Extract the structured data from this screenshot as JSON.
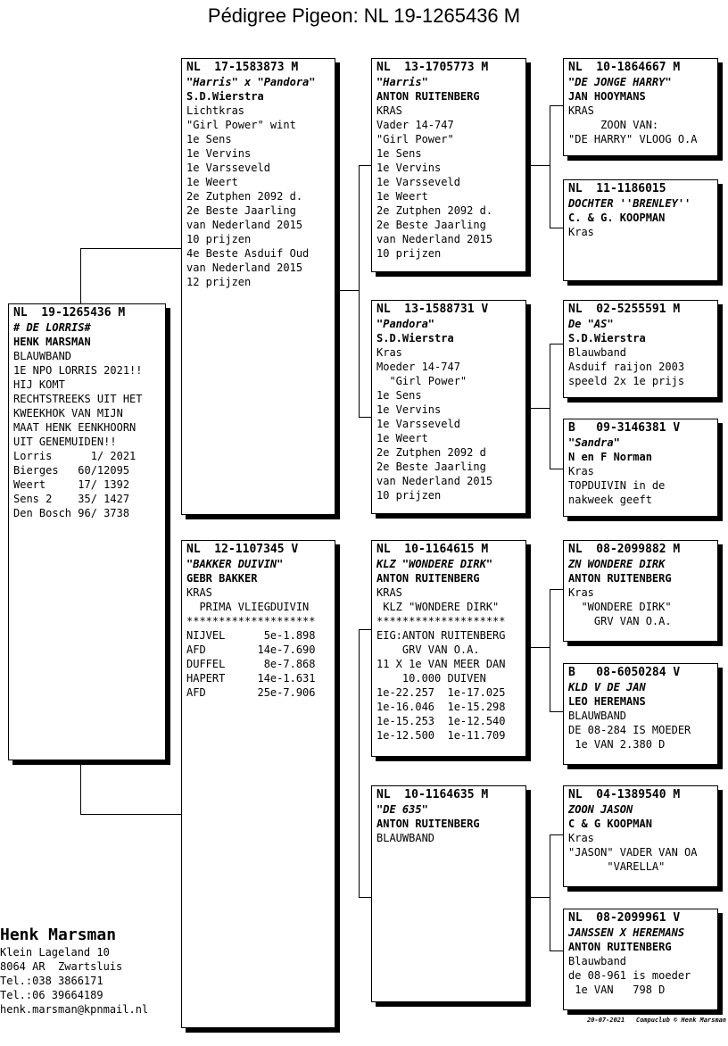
{
  "title": "Pédigree Pigeon: NL  19-1265436 M",
  "cards": {
    "subject": {
      "ring": "NL  19-1265436 M",
      "name": "# DE LORRIS#",
      "breeder": "HENK MARSMAN",
      "lines": [
        "BLAUWBAND",
        "",
        "",
        "",
        "1E NPO LORRIS 2021!!",
        "",
        "",
        "HIJ KOMT",
        "RECHTSTREEKS UIT HET",
        "KWEEKHOK VAN MIJN",
        "MAAT HENK EENKHOORN",
        "UIT GENEMUIDEN!!",
        "",
        "",
        "",
        "",
        "",
        "",
        "",
        "",
        "",
        "Lorris      1/ 2021",
        "Bierges   60/12095",
        "Weert     17/ 1392",
        "Sens 2    35/ 1427",
        "Den Bosch 96/ 3738"
      ]
    },
    "sire": {
      "ring": "NL  17-1583873 M",
      "name": "\"Harris\" x \"Pandora\"",
      "breeder": "S.D.Wierstra",
      "lines": [
        "Lichtkras",
        "\"Girl Power\" wint",
        "1e Sens",
        "1e Vervins",
        "1e Varsseveld",
        "1e Weert",
        "2e Zutphen 2092 d.",
        "2e Beste Jaarling",
        "van Nederland 2015",
        "10 prijzen",
        "4e Beste Asduif Oud",
        "van Nederland 2015",
        "12 prijzen"
      ]
    },
    "dam": {
      "ring": "NL  12-1107345 V",
      "name": "\"BAKKER DUIVIN\"",
      "breeder": "GEBR BAKKER",
      "lines": [
        "KRAS",
        "",
        "",
        "",
        "",
        "",
        "  PRIMA VLIEGDUIVIN",
        "********************",
        "NIJVEL      5e-1.898",
        "AFD        14e-7.690",
        "DUFFEL      8e-7.868",
        "HAPERT     14e-1.631",
        "AFD        25e-7.906"
      ]
    },
    "ss": {
      "ring": "NL  13-1705773 M",
      "name": "\"Harris\"",
      "breeder": "ANTON RUITENBERG",
      "lines": [
        "KRAS",
        "Vader 14-747",
        "\"Girl Power\"",
        "1e Sens",
        "1e Vervins",
        "1e Varsseveld",
        "1e Weert",
        "2e Zutphen 2092 d.",
        "2e Beste Jaarling",
        "van Nederland 2015",
        "10 prijzen"
      ]
    },
    "sd": {
      "ring": "NL  13-1588731 V",
      "name": "\"Pandora\"",
      "breeder": "S.D.Wierstra",
      "lines": [
        "Kras",
        "Moeder 14-747",
        "  \"Girl Power\"",
        "1e Sens",
        "1e Vervins",
        "1e Varsseveld",
        "1e Weert",
        "2e Zutphen 2092 d",
        "2e Beste Jaarling",
        "van Nederland 2015",
        "10 prijzen"
      ]
    },
    "ds": {
      "ring": "NL  10-1164615 M",
      "name": "KLZ \"WONDERE DIRK\"",
      "breeder": "ANTON RUITENBERG",
      "lines": [
        "KRAS",
        " KLZ \"WONDERE DIRK\"",
        "********************",
        "EIG:ANTON RUITENBERG",
        "    GRV VAN O.A.",
        "11 X 1e VAN MEER DAN",
        "    10.000 DUIVEN",
        "1e-22.257  1e-17.025",
        "1e-16.046  1e-15.298",
        "1e-15.253  1e-12.540",
        "1e-12.500  1e-11.709"
      ]
    },
    "dd": {
      "ring": "NL  10-1164635 M",
      "name": "\"DE 635\"",
      "breeder": "ANTON RUITENBERG",
      "lines": [
        "BLAUWBAND"
      ]
    },
    "sss": {
      "ring": "NL  10-1864667 M",
      "name": "\"DE JONGE HARRY\"",
      "breeder": "JAN HOOYMANS",
      "lines": [
        "KRAS",
        "     ZOON VAN:",
        "\"DE HARRY\" VLOOG O.A"
      ]
    },
    "ssd": {
      "ring": "NL  11-1186015",
      "name": "DOCHTER ''BRENLEY''",
      "breeder": "C. & G. KOOPMAN",
      "lines": [
        "Kras"
      ]
    },
    "sds": {
      "ring": "NL  02-5255591 M",
      "name": "De \"AS\"",
      "breeder": "S.D.Wierstra",
      "lines": [
        "Blauwband",
        "Asduif raijon 2003",
        "speeld 2x 1e prijs"
      ]
    },
    "sdd": {
      "ring": "B   09-3146381 V",
      "name": "\"Sandra\"",
      "breeder": "N en F Norman",
      "lines": [
        "Kras",
        "TOPDUIVIN in de",
        "nakweek geeft"
      ]
    },
    "dss": {
      "ring": "NL  08-2099882 M",
      "name": "ZN WONDERE DIRK",
      "breeder": "ANTON RUITENBERG",
      "lines": [
        "Kras",
        "  \"WONDERE DIRK\"",
        "    GRV VAN O.A."
      ]
    },
    "dsd": {
      "ring": "B   08-6050284 V",
      "name": "KLD V DE JAN",
      "breeder": "LEO HEREMANS",
      "lines": [
        "BLAUWBAND",
        "DE 08-284 IS MOEDER",
        " 1e VAN 2.380 D"
      ]
    },
    "dds": {
      "ring": "NL  04-1389540 M",
      "name": "ZOON JASON",
      "breeder": "C & G KOOPMAN",
      "lines": [
        "Kras",
        "\"JASON\" VADER VAN OA",
        "      \"VARELLA\""
      ]
    },
    "ddd": {
      "ring": "NL  08-2099961 V",
      "name": "JANSSEN X HEREMANS",
      "breeder": "ANTON RUITENBERG",
      "lines": [
        "Blauwband",
        "de 08-961 is moeder",
        " 1e VAN   798 D"
      ]
    }
  },
  "owner": {
    "name": "Henk Marsman",
    "lines": [
      "Klein Lageland 10",
      "8064 AR  Zwartsluis",
      "Tel.:038 3866171",
      "Tel.:06 39664189",
      "henk.marsman@kpnmail.nl"
    ]
  },
  "footer": "20-07-2021   Compuclub © Henk Marsman"
}
